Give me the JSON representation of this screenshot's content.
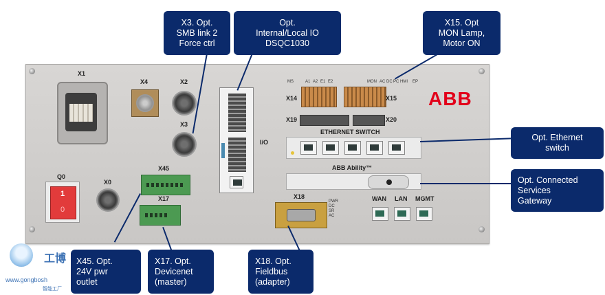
{
  "panel": {
    "labels": {
      "x1": "X1",
      "x4": "X4",
      "x2": "X2",
      "x3": "X3",
      "x45": "X45",
      "x17": "X17",
      "q0": "Q0",
      "x0": "X0",
      "io": "I/O",
      "x14": "X14",
      "x15": "X15",
      "x19": "X19",
      "x20": "X20",
      "x18": "X18",
      "wan": "WAN",
      "lan": "LAN",
      "mgmt": "MGMT",
      "ethernet_switch": "ETHERNET SWITCH",
      "abb_ability": "ABB Ability™",
      "abb_logo": "ABB",
      "q0_on": "1",
      "q0_off": "0"
    },
    "small_labels": [
      "MS",
      "A1",
      "A2",
      "E1",
      "E2",
      "MON",
      "AC",
      "DC",
      "PC",
      "HMI",
      "EP"
    ],
    "led_labels": [
      "PWR",
      "DC",
      "SR",
      "AC"
    ]
  },
  "callouts": {
    "x3": [
      "X3. Opt.",
      "SMB link 2",
      "Force ctrl"
    ],
    "io": [
      "Opt.",
      "Internal/Local IO",
      "DSQC1030"
    ],
    "x15": [
      "X15. Opt",
      "MON Lamp,",
      "Motor ON"
    ],
    "ethernet": [
      "Opt. Ethernet",
      "switch"
    ],
    "gateway": [
      "Opt. Connected",
      "Services",
      "Gateway"
    ],
    "x45": [
      "X45. Opt.",
      "24V pwr",
      "outlet"
    ],
    "x17": [
      "X17. Opt.",
      "Devicenet",
      "(master)"
    ],
    "x18": [
      "X18. Opt.",
      "Fieldbus",
      "(adapter)"
    ]
  },
  "watermark": {
    "brand": "工博",
    "url": "www.gongbosh",
    "tagline": "智能工厂"
  },
  "colors": {
    "callout_bg": "#0b2a6b",
    "abb_red": "#e2001a"
  }
}
